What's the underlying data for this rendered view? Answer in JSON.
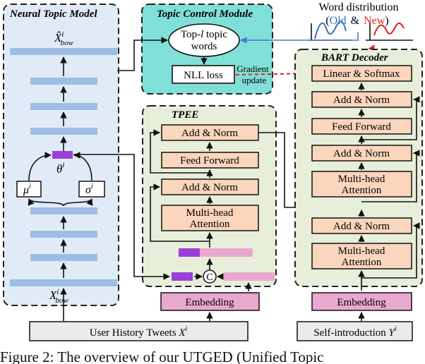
{
  "modules": {
    "ntm_title": "Neural Topic Model",
    "tcm_title": "Topic Control Module",
    "tpee_title": "TPEE",
    "bart_title": "BART Decoder"
  },
  "ntm": {
    "x_bow_hat": "X̂",
    "x_bow_hat_sub": "bow",
    "x_bow": "X",
    "x_bow_sub": "bow",
    "sup_i": "i",
    "theta": "θ",
    "mu": "μ",
    "sigma": "σ"
  },
  "tcm": {
    "topic_words_1": "Top-",
    "topic_words_l": "l",
    "topic_words_2": " topic",
    "topic_words_3": "words",
    "nll_loss": "NLL loss",
    "gradient_1": "Gradient",
    "gradient_2": "update"
  },
  "word_dist": {
    "title": "Word distribution",
    "open_paren": "(",
    "old": "Old",
    "amp": "&",
    "new": "New",
    "close_paren": ")",
    "old_color": "#3a6fc4",
    "new_color": "#e02020"
  },
  "tpee": {
    "add_norm_top": "Add & Norm",
    "feed_forward": "Feed Forward",
    "add_norm_mid": "Add & Norm",
    "mha_1": "Multi-head",
    "mha_2": "Attention",
    "concat": "C"
  },
  "bart": {
    "linear_softmax": "Linear & Softmax",
    "add_norm_1": "Add & Norm",
    "feed_forward": "Feed Forward",
    "add_norm_2": "Add & Norm",
    "mha_top_1": "Multi-head",
    "mha_top_2": "Attention",
    "add_norm_3": "Add & Norm",
    "mha_bot_1": "Multi-head",
    "mha_bot_2": "Attention"
  },
  "inputs": {
    "embedding_left": "Embedding",
    "embedding_right": "Embedding",
    "user_history": "User History Tweets ",
    "user_history_var": "X",
    "user_history_sup": "i",
    "self_intro": "Self-introduction ",
    "self_intro_var": "Y",
    "self_intro_sup": "i"
  },
  "caption": "Figure 2: The overview of our UTGED (Unified Topic"
}
